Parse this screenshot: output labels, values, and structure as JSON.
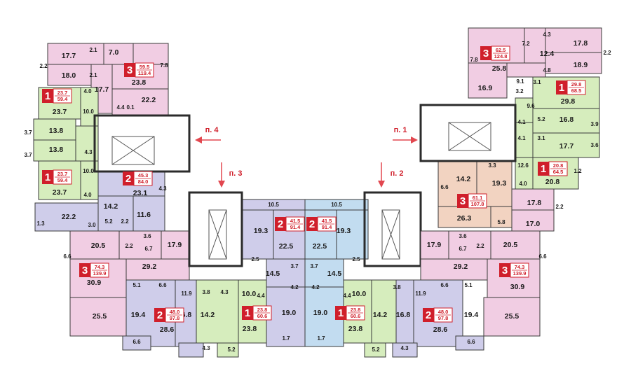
{
  "colors": {
    "pink": "#f1cde3",
    "green": "#d6edbd",
    "lavender": "#cfcdea",
    "blue": "#c2dcf0",
    "peach": "#f2d3c1",
    "badge_red": "#d01f2b",
    "arrow_red": "#e2474f",
    "wall": "#2b2b2b"
  },
  "entrances": [
    {
      "id": "p4",
      "label": "п. 4"
    },
    {
      "id": "p3",
      "label": "п. 3"
    },
    {
      "id": "p2",
      "label": "п. 2"
    },
    {
      "id": "p1",
      "label": "п. 1"
    }
  ],
  "apartments": [
    {
      "id": "a1",
      "rooms": "3",
      "area_living": "59.5",
      "area_total": "119.4"
    },
    {
      "id": "a2",
      "rooms": "1",
      "area_living": "23.7",
      "area_total": "59.4"
    },
    {
      "id": "a3",
      "rooms": "1",
      "area_living": "23.7",
      "area_total": "59.4"
    },
    {
      "id": "a4",
      "rooms": "2",
      "area_living": "45.3",
      "area_total": "84.0"
    },
    {
      "id": "a5",
      "rooms": "3",
      "area_living": "74.3",
      "area_total": "139.9"
    },
    {
      "id": "a6",
      "rooms": "2",
      "area_living": "48.0",
      "area_total": "97.8"
    },
    {
      "id": "a7",
      "rooms": "1",
      "area_living": "23.8",
      "area_total": "60.6"
    },
    {
      "id": "a8",
      "rooms": "2",
      "area_living": "41.5",
      "area_total": "91.4"
    },
    {
      "id": "a9",
      "rooms": "2",
      "area_living": "41.5",
      "area_total": "91.4"
    },
    {
      "id": "a10",
      "rooms": "1",
      "area_living": "23.8",
      "area_total": "60.6"
    },
    {
      "id": "a11",
      "rooms": "2",
      "area_living": "48.0",
      "area_total": "97.8"
    },
    {
      "id": "a12",
      "rooms": "3",
      "area_living": "74.3",
      "area_total": "139.9"
    },
    {
      "id": "a13",
      "rooms": "3",
      "area_living": "62.5",
      "area_total": "124.8"
    },
    {
      "id": "a14",
      "rooms": "1",
      "area_living": "29.8",
      "area_total": "68.5"
    },
    {
      "id": "a15",
      "rooms": "1",
      "area_living": "20.8",
      "area_total": "64.5"
    },
    {
      "id": "a16",
      "rooms": "3",
      "area_living": "61.1",
      "area_total": "107.8"
    }
  ],
  "room_labels": {
    "L": [
      "17.7",
      "7.0",
      "2.1",
      "2.2",
      "7.8",
      "18.0",
      "2.1",
      "17.7",
      "23.8",
      "4.4",
      "0.1",
      "22.2",
      "4.0",
      "23.7",
      "10.0",
      "13.8",
      "3.7",
      "13.8",
      "4.3",
      "3.7",
      "10.0",
      "23.7",
      "4.0",
      "23.1",
      "4.3",
      "14.2",
      "11.6",
      "22.2",
      "1.3",
      "3.0",
      "5.2",
      "2.2"
    ],
    "LB": [
      "20.5",
      "3.6",
      "17.9",
      "6.6",
      "6.7",
      "2.2",
      "29.2",
      "30.9",
      "25.5",
      "5.1",
      "6.6",
      "11.9",
      "3.8",
      "4.3",
      "10.0",
      "19.4",
      "16.8",
      "14.2",
      "4.4",
      "28.6",
      "23.8",
      "6.6",
      "4.3",
      "5.2"
    ],
    "C": [
      "10.5",
      "10.5",
      "19.3",
      "19.3",
      "22.5",
      "22.5",
      "2.5",
      "2.5",
      "14.5",
      "14.5",
      "3.7",
      "3.7",
      "4.2",
      "4.2",
      "19.0",
      "19.0",
      "1.7",
      "1.7",
      "10.0",
      "4.4",
      "3.8",
      "14.2",
      "16.8",
      "23.8",
      "11.9",
      "6.6",
      "5.1",
      "19.4",
      "28.6",
      "5.2",
      "4.3",
      "6.6"
    ],
    "RB": [
      "17.9",
      "3.6",
      "20.5",
      "6.7",
      "6.6",
      "2.2",
      "29.2",
      "30.9",
      "25.5"
    ],
    "R": [
      "4.3",
      "17.8",
      "7.2",
      "12.4",
      "7.8",
      "25.8",
      "4.8",
      "18.9",
      "2.2",
      "9.1",
      "16.9",
      "3.2",
      "3.1",
      "9.6",
      "29.8",
      "5.2",
      "16.8",
      "4.1",
      "3.9",
      "4.1",
      "3.1",
      "17.7",
      "3.6",
      "12.6",
      "1.2",
      "4.0",
      "20.8",
      "3.3",
      "14.2",
      "19.3",
      "6.6",
      "17.8",
      "2.2",
      "26.3",
      "5.8",
      "17.0"
    ]
  }
}
